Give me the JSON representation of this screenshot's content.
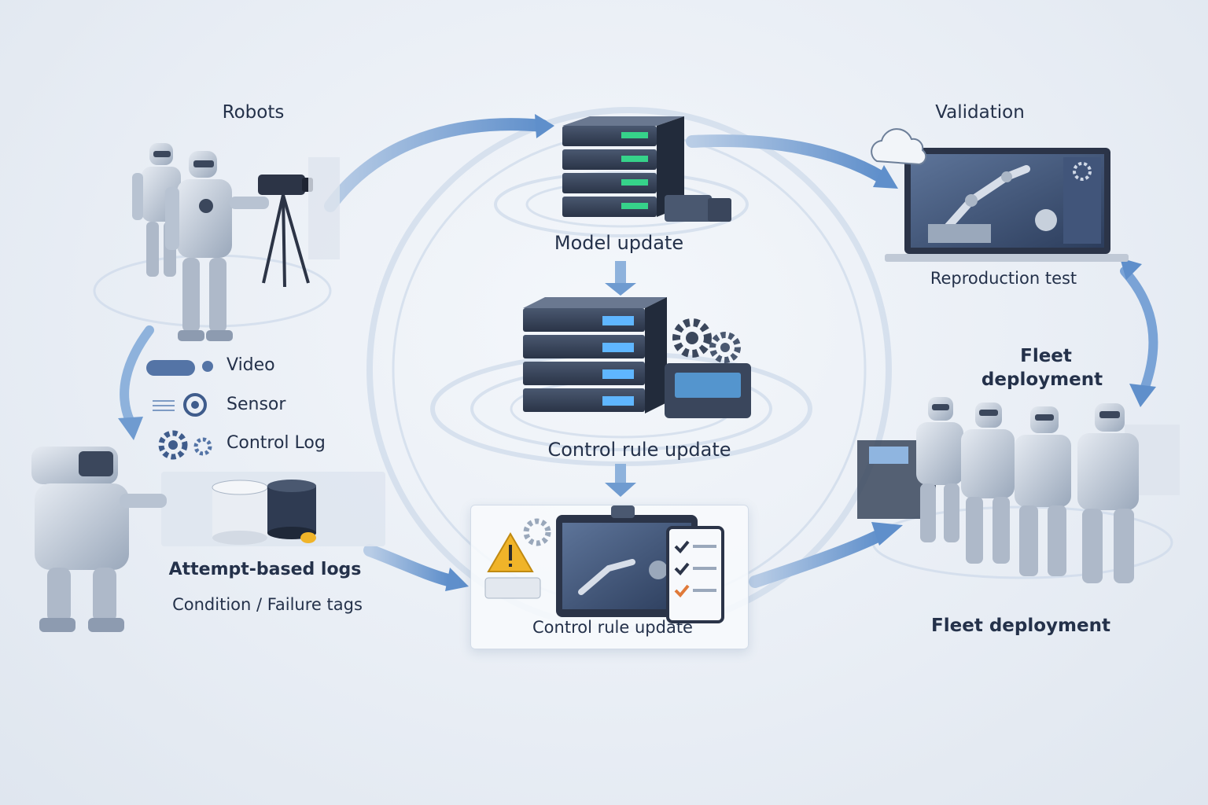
{
  "colors": {
    "arrow": "#6f9bd0",
    "arrow_dark": "#4f7fbf",
    "robot_body": "#c9d2de",
    "robot_dark": "#3b475c",
    "server_front": "#2f3b52",
    "server_light": "#5fb6ff",
    "server_green": "#36d38a",
    "warning": "#f0b429"
  },
  "nodes": {
    "robots": {
      "title": "Robots"
    },
    "data_types": {
      "video": "Video",
      "sensor": "Sensor",
      "control_log": "Control Log"
    },
    "attempt_logs": {
      "title": "Attempt-based logs",
      "subtitle": "Condition / Failure tags"
    },
    "model_update": {
      "title": "Model update"
    },
    "control_rule_center": {
      "title": "Control rule update"
    },
    "control_rule_card": {
      "title": "Control rule update"
    },
    "validation": {
      "title": "Validation",
      "subtitle": "Reproduction test"
    },
    "fleet_top": {
      "title": "Fleet\ndeployment",
      "line1": "Fleet",
      "line2": "deployment"
    },
    "fleet_bottom": {
      "title": "Fleet deployment"
    }
  },
  "icons": [
    "robot-icon",
    "camera-tripod-icon",
    "server-rack-icon",
    "gear-icon",
    "database-icon",
    "warning-icon",
    "checklist-icon",
    "laptop-icon",
    "cloud-icon",
    "fleet-robots-icon"
  ]
}
